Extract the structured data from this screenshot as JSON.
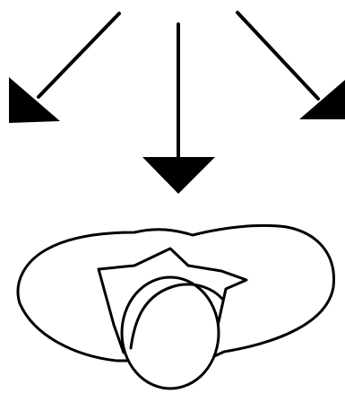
{
  "figure": {
    "background": "#ffffff",
    "ink": "#000000",
    "arrows": [
      {
        "id": "arrow-left",
        "icon": "arrow-down-left-icon",
        "direction": "down-left"
      },
      {
        "id": "arrow-center",
        "icon": "arrow-down-icon",
        "direction": "down"
      },
      {
        "id": "arrow-right",
        "icon": "arrow-down-right-icon",
        "direction": "down-right"
      }
    ],
    "subject": {
      "view": "top-down",
      "parts": [
        "shoulders",
        "collar",
        "head"
      ]
    }
  }
}
